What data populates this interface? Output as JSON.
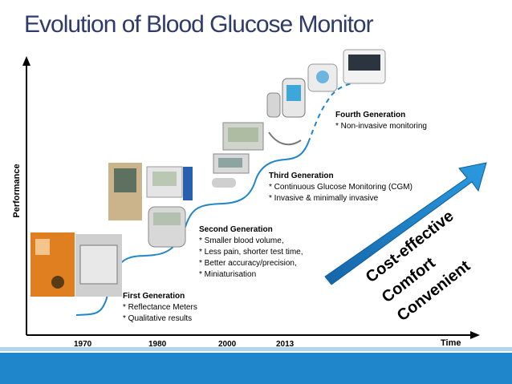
{
  "title": "Evolution of Blood Glucose Monitor",
  "axes": {
    "y_label": "Performance",
    "x_label": "Time"
  },
  "ticks": [
    "1970",
    "1980",
    "2000",
    "2013"
  ],
  "generations": [
    {
      "title": "First Generation",
      "items": [
        "* Reflectance Meters",
        "* Qualitative results"
      ]
    },
    {
      "title": "Second Generation",
      "items": [
        "* Smaller blood volume,",
        "* Less pain, shorter test time,",
        "* Better accuracy/precision,",
        "* Miniaturisation"
      ]
    },
    {
      "title": "Third Generation",
      "items": [
        "* Continuous Glucose Monitoring (CGM)",
        "* Invasive & minimally invasive"
      ]
    },
    {
      "title": "Fourth Generation",
      "items": [
        "* Non-invasive monitoring"
      ]
    }
  ],
  "benefits": [
    "Cost-effective",
    "Comfort",
    "Convenient"
  ],
  "colors": {
    "title": "#2f3b6b",
    "curve": "#1f86cc",
    "arrow": "#1f86cc",
    "footer": "#1f86cc"
  }
}
